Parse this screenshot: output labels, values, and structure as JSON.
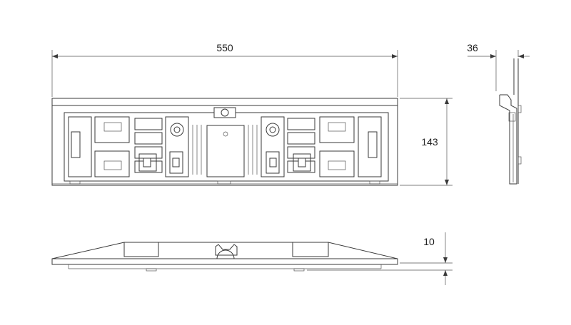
{
  "dimensions": {
    "width_label": "550",
    "height_label": "143",
    "depth_label": "36",
    "thickness_label": "10"
  },
  "colors": {
    "line": "#3a3a3a",
    "background": "#ffffff"
  }
}
